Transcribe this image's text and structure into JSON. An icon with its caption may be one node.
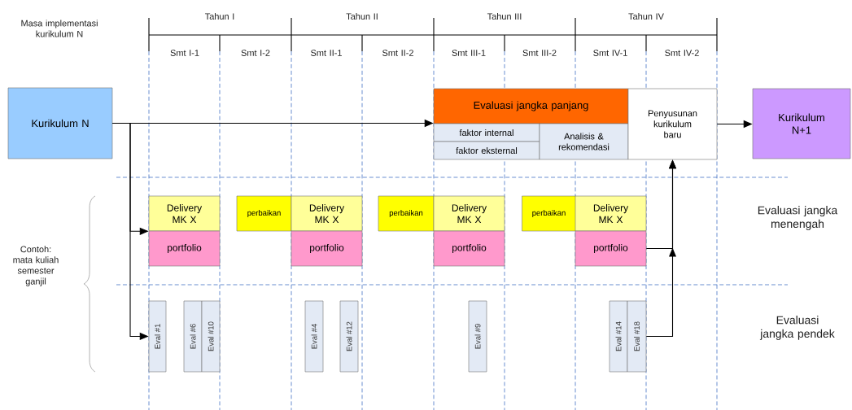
{
  "diagram": {
    "nodes": [
      {
        "text": [
          "Kurikulum N"
        ]
      },
      {
        "text": [
          "Evaluasi jangka panjang"
        ]
      },
      {
        "text": [
          "faktor internal"
        ]
      },
      {
        "text": [
          "faktor eksternal"
        ]
      },
      {
        "text": [
          "Analisis & rekomendasi"
        ]
      },
      {
        "text": [
          "Penyusunan kurikulum baru"
        ]
      },
      {
        "text": [
          "Kurikulum N+1"
        ]
      },
      {
        "text": [
          "Delivery MK X"
        ]
      },
      {
        "text": [
          "perbaikan"
        ]
      },
      {
        "text": [
          "Delivery MK X"
        ]
      },
      {
        "text": [
          "perbaikan"
        ]
      },
      {
        "text": [
          "Delivery MK X"
        ]
      },
      {
        "text": [
          "perbaikan"
        ]
      },
      {
        "text": [
          "Delivery MK X"
        ]
      },
      {
        "text": [
          "portfolio"
        ]
      },
      {
        "text": [
          "portfolio"
        ]
      },
      {
        "text": [
          "portfolio"
        ]
      },
      {
        "text": [
          "portfolio"
        ]
      },
      {
        "text": [
          "Eval #1"
        ]
      },
      {
        "text": [
          "Eval #6"
        ]
      },
      {
        "text": [
          "Eval #10"
        ]
      },
      {
        "text": [
          "Eval #4"
        ]
      },
      {
        "text": [
          "Eval #12"
        ]
      },
      {
        "text": [
          "Eval #9"
        ]
      },
      {
        "text": [
          "Eval #14"
        ]
      },
      {
        "text": [
          "Eval #18"
        ]
      }
    ],
    "edges": [
      {
        "from": 0,
        "to": 1,
        "arrow": "to"
      },
      {
        "from": 0,
        "to": 7,
        "arrow": "to"
      },
      {
        "from": 0,
        "to": 18,
        "arrow": "to"
      },
      {
        "from": 5,
        "to": 6,
        "arrow": "to"
      },
      {
        "from": 17,
        "to": 5,
        "arrow": "to"
      },
      {
        "from": 25,
        "to": 5,
        "arrow": "to"
      }
    ],
    "labels": [
      "Tahun I",
      "Tahun II",
      "Tahun III",
      "Tahun IV",
      "Masa implementasi kurikulum N",
      "Smt I-1",
      "Smt I-2",
      "Smt II-1",
      "Smt II-2",
      "Smt III-1",
      "Smt III-2",
      "Smt IV-1",
      "Smt IV-2",
      "Contoh: mata kuliah semester ganjil",
      "Evaluasi jangka menengah",
      "Evaluasi jangka pendek"
    ]
  }
}
